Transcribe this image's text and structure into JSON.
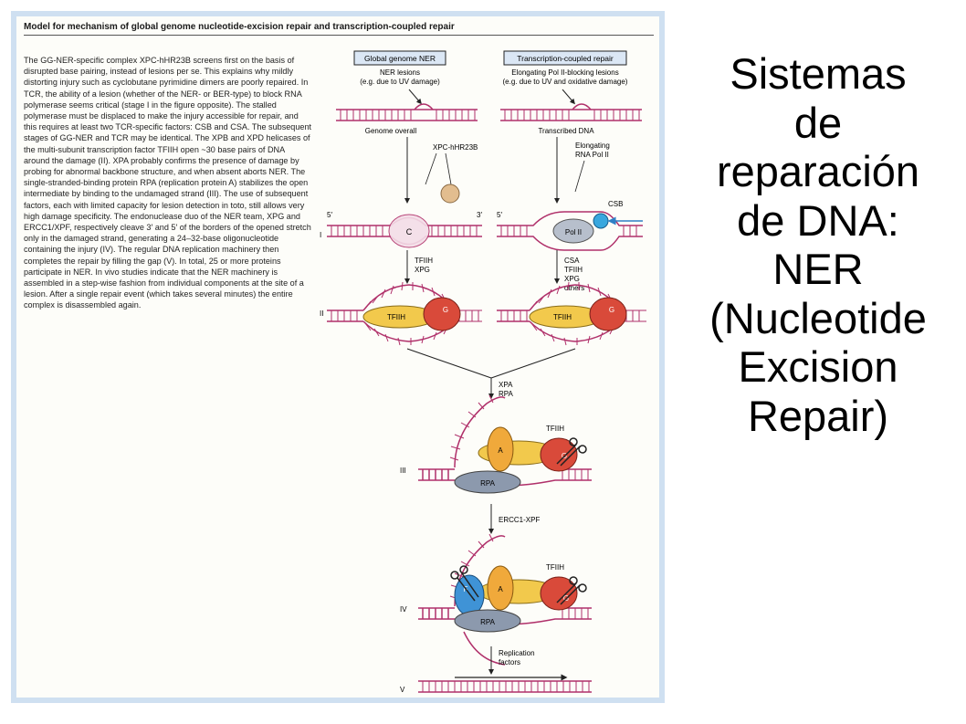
{
  "slide": {
    "title_lines": [
      "Sistemas",
      "de",
      "reparación",
      "de DNA:",
      "NER",
      "(Nucleotide",
      "Excision",
      "Repair)"
    ]
  },
  "figure": {
    "title": "Model for mechanism of global genome nucleotide-excision repair and transcription-coupled repair",
    "body_text": "The GG-NER-specific complex XPC-hHR23B screens first on the basis of disrupted base pairing, instead of lesions per se. This explains why mildly distorting injury such as cyclobutane pyrimidine dimers are poorly repaired. In TCR, the ability of a lesion (whether of the NER- or BER-type) to block RNA polymerase seems critical (stage I in the figure opposite). The stalled polymerase must be displaced to make the injury accessible for repair, and this requires at least two TCR-specific factors: CSB and CSA. The subsequent stages of GG-NER and TCR may be identical. The XPB and XPD helicases of the multi-subunit transcription factor TFIIH open ~30 base pairs of DNA around the damage (II). XPA probably confirms the presence of damage by probing for abnormal backbone structure, and when absent aborts NER. The single-stranded-binding protein RPA (replication protein A) stabilizes the open intermediate by binding to the undamaged strand (III). The use of subsequent factors, each with limited capacity for lesion detection in toto, still allows very high damage specificity. The endonuclease duo of the NER team, XPG and ERCC1/XPF, respectively cleave 3′ and 5′ of the borders of the opened stretch only in the damaged strand, generating a 24–32-base oligonucleotide containing the injury (IV). The regular DNA replication machinery then completes the repair by filling the gap (V). In total, 25 or more proteins participate in NER. In vivo studies indicate that the NER machinery is assembled in a step-wise fashion from individual components at the site of a lesion. After a single repair event (which takes several minutes) the entire complex is disassembled again.",
    "pathways": {
      "gg_ner": {
        "label": "Global genome NER",
        "lesion_line1": "NER lesions",
        "lesion_line2": "(e.g. due to UV damage)",
        "dna_label": "Genome overall",
        "factor": "XPC-hHR23B",
        "factor_short": "C",
        "step2_line1": "TFIIH",
        "step2_line2": "XPG"
      },
      "tcr": {
        "label": "Transcription-coupled repair",
        "lesion_line1": "Elongating Pol II-blocking lesions",
        "lesion_line2": "(e.g. due to UV and oxidative damage)",
        "dna_label": "Transcribed DNA",
        "pol_line1": "Elongating",
        "pol_line2": "RNA Pol II",
        "pol_short": "Pol II",
        "csb": "CSB",
        "step2_line1": "CSA",
        "step2_line2": "TFIIH",
        "step2_line3": "XPG",
        "step2_line4": "others"
      }
    },
    "proteins": {
      "tfiih": "TFIIH",
      "g": "G",
      "a": "A",
      "rpa": "RPA",
      "f": "F"
    },
    "steps": {
      "xpa": "XPA",
      "rpa": "RPA",
      "ercc1": "ERCC1-XPF",
      "replication_line1": "Replication",
      "replication_line2": "factors"
    },
    "ends": {
      "five": "5′",
      "three": "3′"
    },
    "stages": [
      "I",
      "II",
      "III",
      "IV",
      "V"
    ]
  },
  "colors": {
    "dna": "#b0306a",
    "tfiih": "#f2c94c",
    "xpg": "#d94a3a",
    "xpa": "#f0a93b",
    "rpa": "#8c99ad",
    "xpf": "#3f93d6",
    "panel": "#cfe0f1"
  }
}
